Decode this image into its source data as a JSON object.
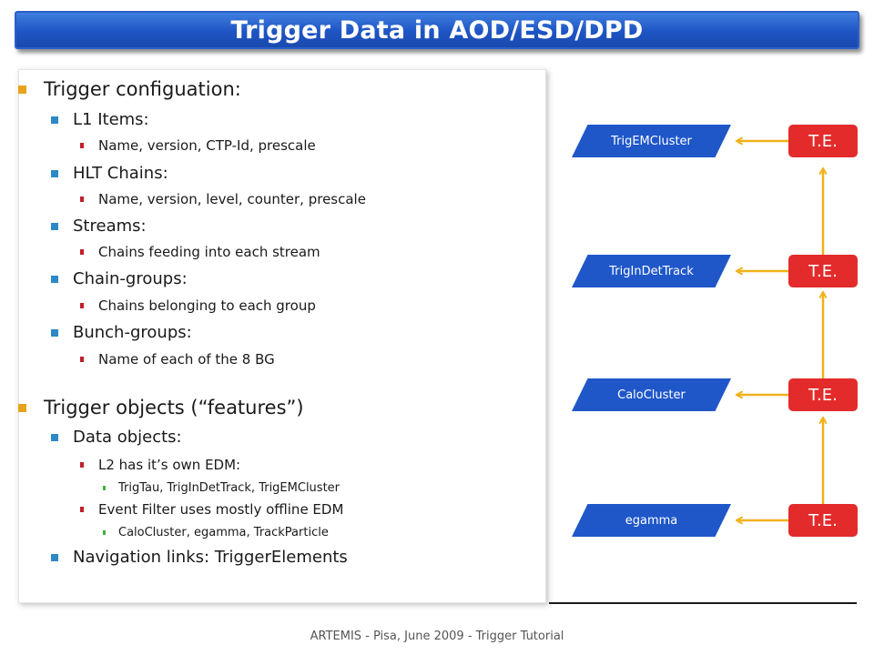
{
  "slide": {
    "title": "Trigger Data in AOD/ESD/DPD",
    "footer": "ARTEMIS - Pisa, June 2009 - Trigger Tutorial"
  },
  "bullets": [
    {
      "level": 1,
      "text": "Trigger configuation:"
    },
    {
      "level": 2,
      "text": "L1 Items:"
    },
    {
      "level": 3,
      "text": "Name, version, CTP-Id, prescale"
    },
    {
      "level": 2,
      "text": "HLT Chains:"
    },
    {
      "level": 3,
      "text": "Name, version, level, counter, prescale"
    },
    {
      "level": 2,
      "text": "Streams:"
    },
    {
      "level": 3,
      "text": "Chains feeding into each stream"
    },
    {
      "level": 2,
      "text": "Chain-groups:"
    },
    {
      "level": 3,
      "text": "Chains belonging to each group"
    },
    {
      "level": 2,
      "text": "Bunch-groups:"
    },
    {
      "level": 3,
      "text": "Name of each of the 8 BG"
    },
    {
      "level": 1,
      "text": "Trigger objects (“features”)"
    },
    {
      "level": 2,
      "text": "Data objects:"
    },
    {
      "level": 3,
      "text": "L2 has it’s own EDM:"
    },
    {
      "level": 4,
      "text": "TrigTau, TrigInDetTrack, TrigEMCluster"
    },
    {
      "level": 3,
      "text": "Event Filter uses mostly offline EDM"
    },
    {
      "level": 4,
      "text": "CaloCluster, egamma, TrackParticle"
    },
    {
      "level": 2,
      "text": "Navigation links: TriggerElements"
    }
  ],
  "diagram": {
    "data_objects": [
      "TrigEMCluster",
      "TrigInDetTrack",
      "CaloCluster",
      "egamma"
    ],
    "trigger_elements": [
      "T.E.",
      "T.E.",
      "T.E.",
      "T.E."
    ],
    "colors": {
      "title_bar": "#1e54c4",
      "data_object": "#1f57c9",
      "trigger_element": "#e32b2b",
      "arrow": "#f0b21a"
    }
  }
}
